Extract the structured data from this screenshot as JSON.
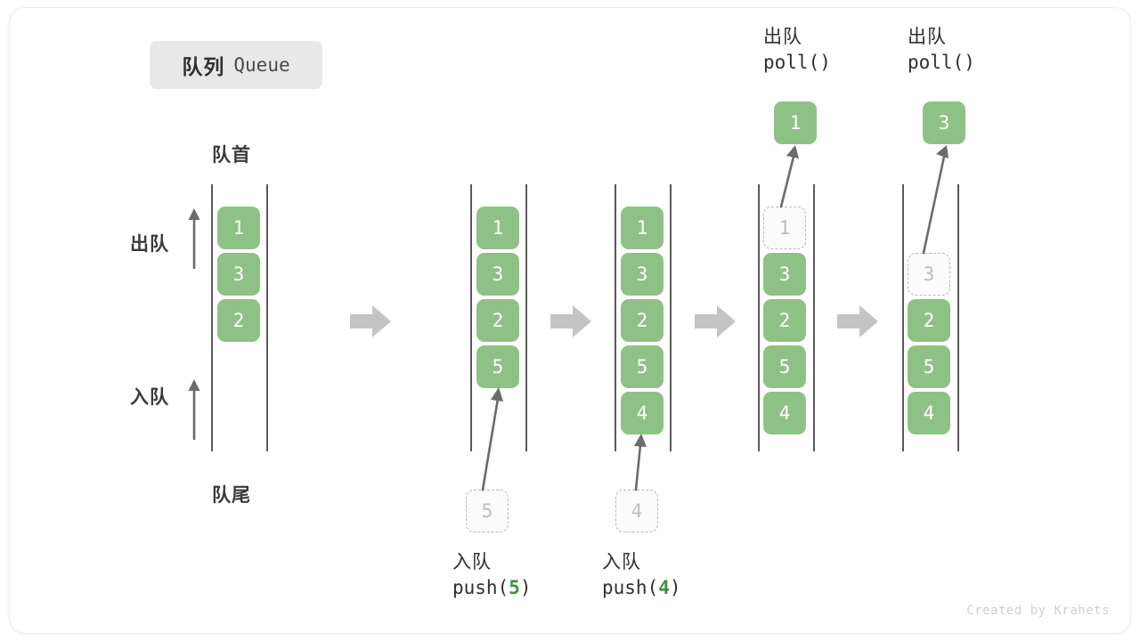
{
  "card": {
    "background": "#ffffff",
    "border_color": "#ececec"
  },
  "title": {
    "cn": "队列",
    "en": "Queue",
    "badge_color": "#e8e8e8"
  },
  "labels": {
    "front": "队首",
    "tail": "队尾",
    "dequeue": "出队",
    "enqueue": "入队"
  },
  "colors": {
    "cell_fill": "#8ec185",
    "cell_text": "#ffffff",
    "ghost_text": "#bdbdbd",
    "ghost_border": "#b9b9b9",
    "rail": "#5a5a5a",
    "arrow": "#6b6b6b",
    "step_arrow": "#c4c4c4",
    "accent_number": "#3d9140",
    "footer_text": "#cfcfcf"
  },
  "side_arrows": [
    {
      "name": "dequeue",
      "label": "出队",
      "direction": "up"
    },
    {
      "name": "enqueue",
      "label": "入队",
      "direction": "up"
    }
  ],
  "stages": [
    {
      "id": "initial",
      "cells": [
        {
          "value": "1",
          "state": "filled"
        },
        {
          "value": "3",
          "state": "filled"
        },
        {
          "value": "2",
          "state": "filled"
        }
      ]
    },
    {
      "id": "after-push-5",
      "cells": [
        {
          "value": "1",
          "state": "filled"
        },
        {
          "value": "3",
          "state": "filled"
        },
        {
          "value": "2",
          "state": "filled"
        },
        {
          "value": "5",
          "state": "filled"
        }
      ],
      "incoming": {
        "value": "5",
        "state": "ghost"
      },
      "op": {
        "cn": "入队",
        "fn": "push(",
        "num": "5",
        "fn_close": ")"
      }
    },
    {
      "id": "after-push-4",
      "cells": [
        {
          "value": "1",
          "state": "filled"
        },
        {
          "value": "3",
          "state": "filled"
        },
        {
          "value": "2",
          "state": "filled"
        },
        {
          "value": "5",
          "state": "filled"
        },
        {
          "value": "4",
          "state": "filled"
        }
      ],
      "incoming": {
        "value": "4",
        "state": "ghost"
      },
      "op": {
        "cn": "入队",
        "fn": "push(",
        "num": "4",
        "fn_close": ")"
      }
    },
    {
      "id": "after-poll-1",
      "cells": [
        {
          "value": "1",
          "state": "ghost"
        },
        {
          "value": "3",
          "state": "filled"
        },
        {
          "value": "2",
          "state": "filled"
        },
        {
          "value": "5",
          "state": "filled"
        },
        {
          "value": "4",
          "state": "filled"
        }
      ],
      "outgoing": {
        "value": "1",
        "state": "filled"
      },
      "op": {
        "cn": "出队",
        "fn": "poll()"
      }
    },
    {
      "id": "after-poll-3",
      "cells": [
        {
          "value": "3",
          "state": "ghost"
        },
        {
          "value": "2",
          "state": "filled"
        },
        {
          "value": "5",
          "state": "filled"
        },
        {
          "value": "4",
          "state": "filled"
        }
      ],
      "outgoing": {
        "value": "3",
        "state": "filled"
      },
      "op": {
        "cn": "出队",
        "fn": "poll()"
      }
    }
  ],
  "footer": {
    "credit": "Created by Krahets"
  }
}
